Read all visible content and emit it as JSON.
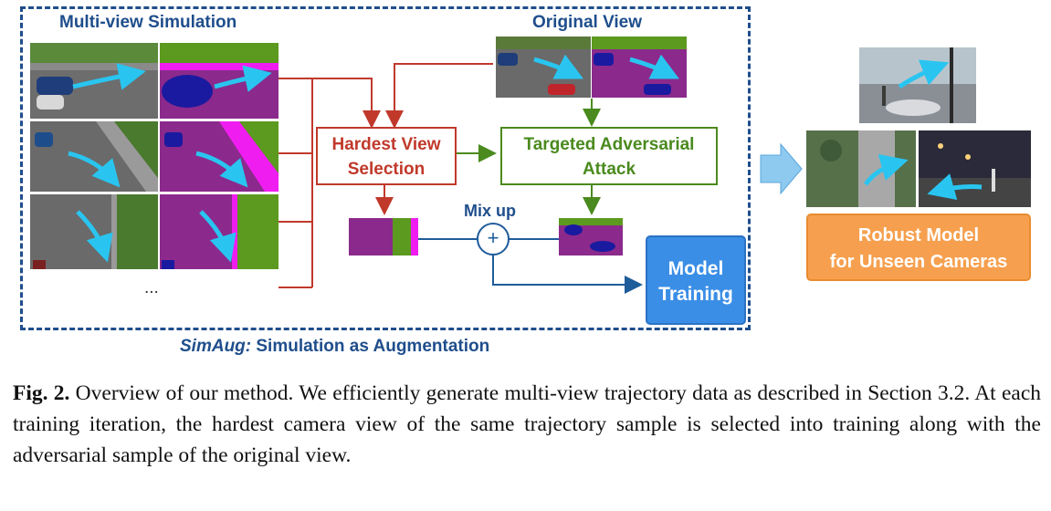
{
  "figure": {
    "multiview_title": "Multi-view Simulation",
    "original_view_title": "Original View",
    "ellipsis": "...",
    "hardest_view_label": [
      "Hardest View",
      "Selection"
    ],
    "targeted_attack_label": [
      "Targeted Adversarial",
      "Attack"
    ],
    "mixup_label": "Mix up",
    "mixup_symbol": "+",
    "model_training_label": [
      "Model",
      "Training"
    ],
    "robust_model_label": [
      "Robust Model",
      "for Unseen Cameras"
    ],
    "simaug_label_italic": "SimAug:",
    "simaug_label_rest": " Simulation as Augmentation",
    "colors": {
      "frame_blue": "#1f4e8c",
      "selection_red": "#c0392b",
      "attack_green": "#4a8a1e",
      "model_blue": "#3a8ee6",
      "robust_orange": "#f6a04f",
      "trajectory_cyan": "#29c5f0",
      "seg_purple": "#8b2a8c",
      "seg_magenta": "#f01df0",
      "seg_green": "#5c9a1f"
    }
  },
  "caption": {
    "label": "Fig. 2.",
    "text": " Overview of our method. We efficiently generate multi-view trajectory data as described in Section 3.2. At each training iteration, the hardest camera view of the same trajectory sample is selected into training along with the adversarial sample of the original view."
  }
}
